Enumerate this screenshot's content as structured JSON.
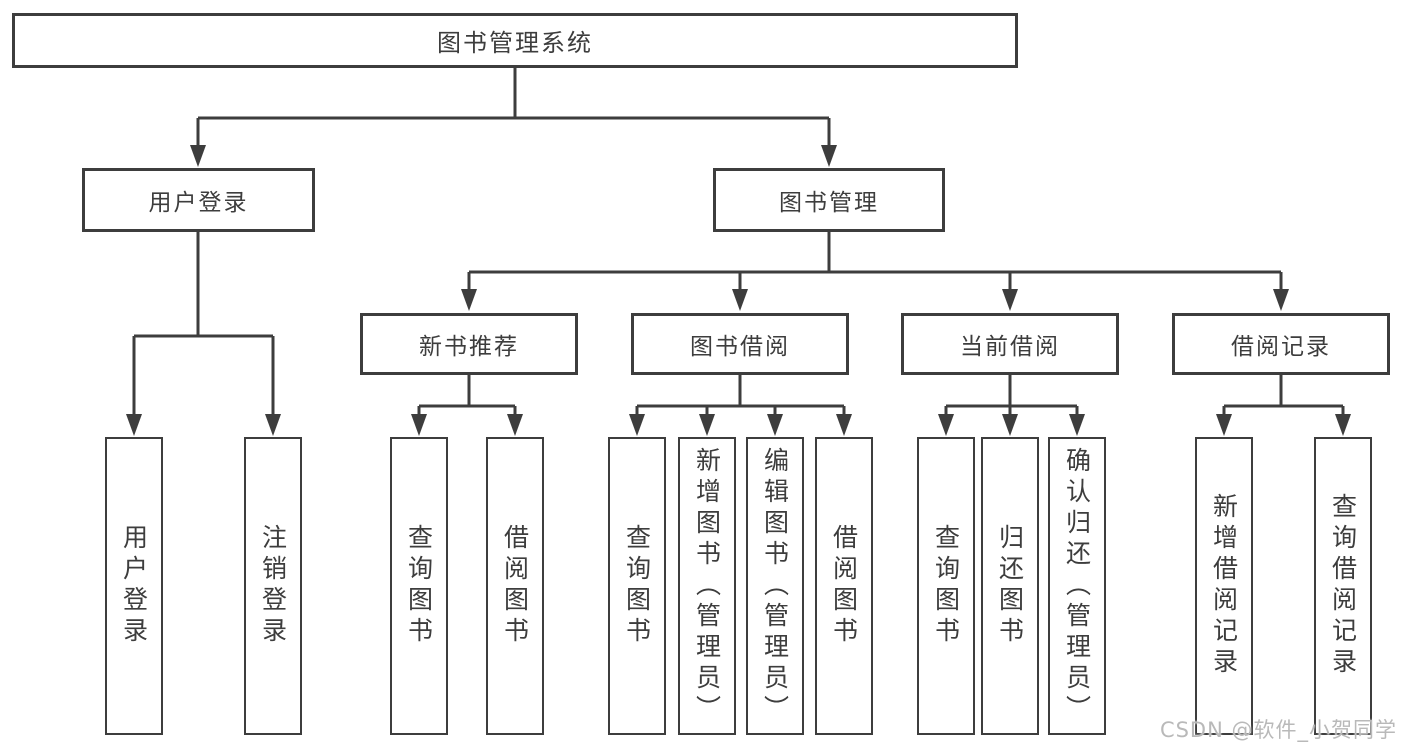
{
  "title": "图书管理系统",
  "tree": {
    "root": {
      "label": "图书管理系统"
    },
    "level2": [
      {
        "label": "用户登录"
      },
      {
        "label": "图书管理"
      }
    ],
    "user_login_children": [
      {
        "label": "用户登录"
      },
      {
        "label": "注销登录"
      }
    ],
    "book_management_sections": [
      {
        "label": "新书推荐",
        "children": [
          {
            "label": "查询图书"
          },
          {
            "label": "借阅图书"
          }
        ]
      },
      {
        "label": "图书借阅",
        "children": [
          {
            "label": "查询图书"
          },
          {
            "label": "新增图书（管理员）"
          },
          {
            "label": "编辑图书（管理员）"
          },
          {
            "label": "借阅图书"
          }
        ]
      },
      {
        "label": "当前借阅",
        "children": [
          {
            "label": "查询图书"
          },
          {
            "label": "归还图书"
          },
          {
            "label": "确认归还（管理员）"
          }
        ]
      },
      {
        "label": "借阅记录",
        "children": [
          {
            "label": "新增借阅记录"
          },
          {
            "label": "查询借阅记录"
          }
        ]
      }
    ]
  },
  "watermark": "CSDN @软件_小贺同学",
  "colors": {
    "line": "#3d3d3d",
    "text": "#3d3d3d",
    "box_background": "#ffffff",
    "watermark": "#b9b9b9",
    "background": "#ffffff"
  }
}
